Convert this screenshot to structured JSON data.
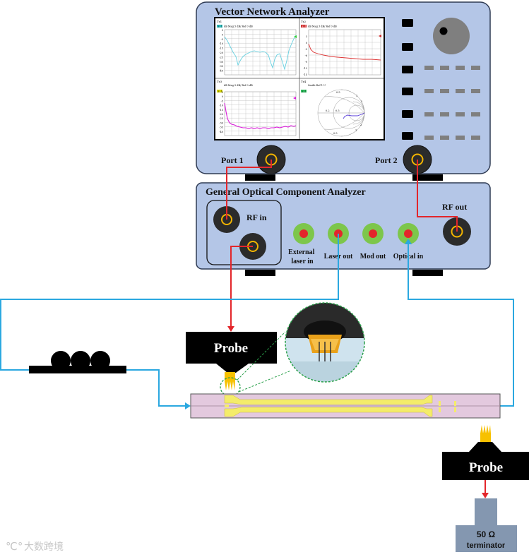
{
  "vna": {
    "title": "Vector Network Analyzer",
    "port1": "Port 1",
    "port2": "Port 2",
    "screen": {
      "tr1": {
        "header": "Tr1",
        "param": "S11",
        "scale": "dB Mag  5 dB/  Ref 0 dB",
        "ticks": [
          "5",
          "0",
          "-5",
          "-10",
          "-15",
          "-20",
          "-25",
          "-30",
          "-35",
          "-40"
        ]
      },
      "tr2": {
        "header": "Tr2",
        "param": "S21",
        "scale": "dB Mag  3 dB/  Ref 0 dB",
        "ticks": [
          "3",
          "0",
          "-3",
          "-6",
          "-9",
          "-12",
          "-15"
        ]
      },
      "tr3": {
        "header": "Tr3",
        "param": "S11",
        "scale": "dB Mag  5 dB/  Ref 0 dB",
        "ticks": [
          "5",
          "0",
          "-5",
          "-10",
          "-15",
          "-20",
          "-25",
          "-30",
          "-35",
          "-40"
        ]
      },
      "tr4": {
        "header": "Tr4",
        "param": "S21",
        "scale": "Smith  Ref 1 U",
        "ticks": [
          "0.5",
          "1",
          "2",
          "0.2",
          "0.5",
          "0.5",
          "1",
          "2"
        ]
      }
    }
  },
  "goca": {
    "title": "General Optical Component Analyzer",
    "rf_in": "RF in",
    "rf_out": "RF out",
    "ports": {
      "external_laser_in": [
        "External",
        "laser in"
      ],
      "laser_out": "Laser out",
      "mod_out": "Mod out",
      "optical_in": "Optical in"
    }
  },
  "probe_left": "Probe",
  "probe_right": "Probe",
  "terminator": {
    "line1": "50 Ω",
    "line2": "terminator"
  },
  "watermark": "大数跨境",
  "colors": {
    "panel": "#b4c6e7",
    "rf_line": "#e3262b",
    "optical_line": "#2ba8e0",
    "probe_tip": "#f7c100",
    "chip": "#e3c9de",
    "electrode": "#f4ec6a",
    "port_green": "#7dc64b",
    "port_red": "#e3262b",
    "connector_ring": "#f2b400"
  },
  "icons": [
    "knob-icon",
    "fiber-loop-icon",
    "probe-icon",
    "terminator-icon"
  ]
}
